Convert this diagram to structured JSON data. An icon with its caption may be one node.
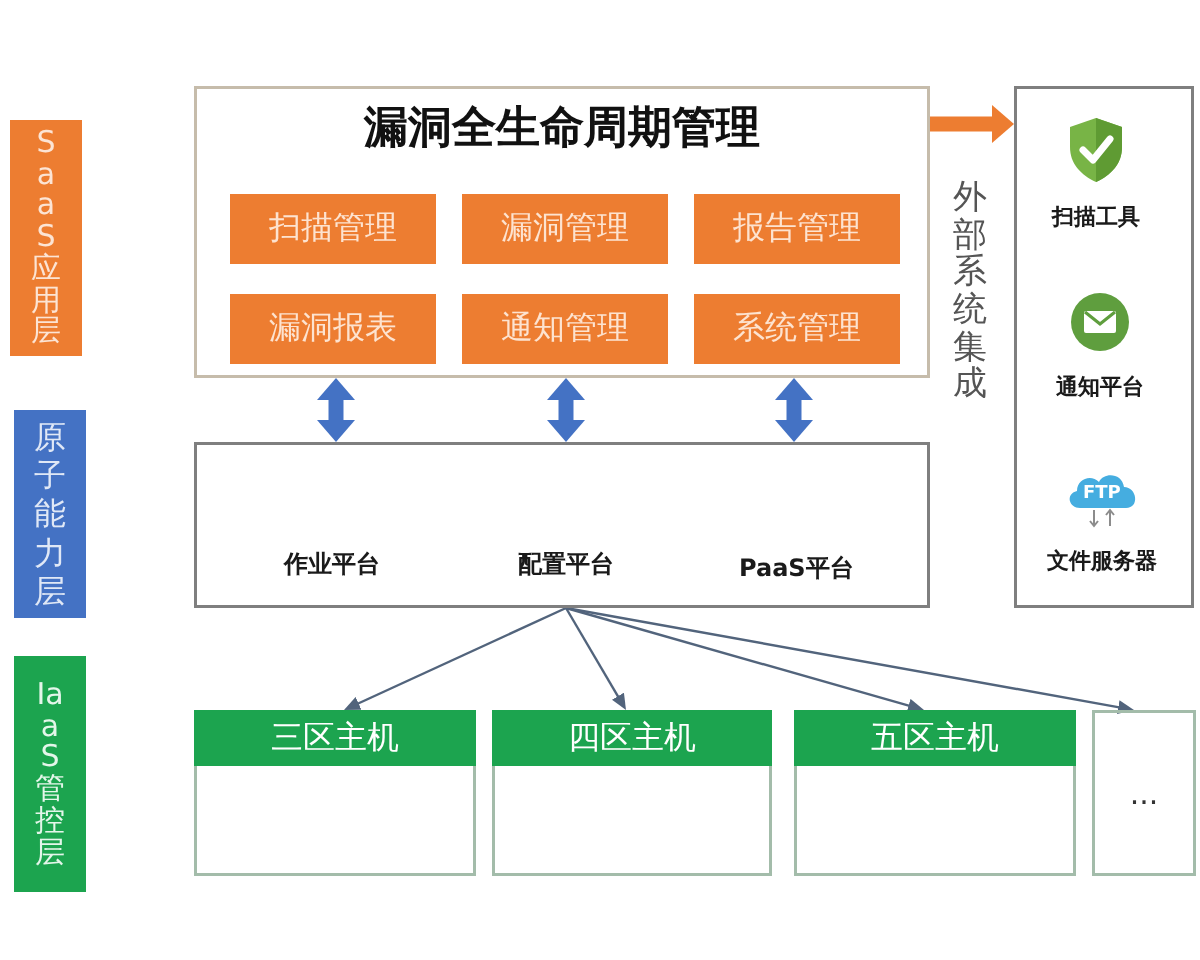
{
  "diagram": {
    "nodes": [
      {
        "text": [
          "SaaS应用层"
        ]
      },
      {
        "text": [
          "漏洞全生命周期管理"
        ]
      },
      {
        "text": [
          "扫描管理"
        ],
        "in": 1
      },
      {
        "text": [
          "漏洞管理"
        ],
        "in": 1
      },
      {
        "text": [
          "报告管理"
        ],
        "in": 1
      },
      {
        "text": [
          "漏洞报表"
        ],
        "in": 1
      },
      {
        "text": [
          "通知管理"
        ],
        "in": 1
      },
      {
        "text": [
          "系统管理"
        ],
        "in": 1
      },
      {
        "text": [],
        "shape": "box"
      },
      {
        "text": [
          "扫描工具"
        ],
        "in": 8
      },
      {
        "text": [
          "通知平台"
        ],
        "in": 8
      },
      {
        "text": [
          "FTP",
          "文件服务器"
        ],
        "in": 8
      },
      {
        "text": [
          "原子能力层"
        ]
      },
      {
        "text": [],
        "shape": "box"
      },
      {
        "text": [
          "作业平台"
        ],
        "in": 13
      },
      {
        "text": [
          "配置平台"
        ],
        "in": 13
      },
      {
        "text": [
          "PaaS平台"
        ],
        "in": 13
      },
      {
        "text": [
          "IaaS管控层"
        ]
      },
      {
        "text": [
          "三区主机"
        ]
      },
      {
        "text": [
          "四区主机"
        ]
      },
      {
        "text": [
          "五区主机"
        ]
      },
      {
        "text": [
          "..."
        ]
      }
    ],
    "edges": [
      {
        "from": 1,
        "to": 8,
        "arrow": "to",
        "label": "外部系统集成",
        "style": "thick",
        "color": "#ed7d31"
      },
      {
        "from": 1,
        "to": 13,
        "arrow": "both",
        "style": "thick",
        "color": "#4472c4"
      },
      {
        "from": 1,
        "to": 13,
        "arrow": "both",
        "style": "thick",
        "color": "#4472c4"
      },
      {
        "from": 1,
        "to": 13,
        "arrow": "both",
        "style": "thick",
        "color": "#4472c4"
      },
      {
        "from": 13,
        "to": 18,
        "arrow": "to"
      },
      {
        "from": 13,
        "to": 19,
        "arrow": "to"
      },
      {
        "from": 13,
        "to": 20,
        "arrow": "to"
      },
      {
        "from": 13,
        "to": 21,
        "arrow": "to"
      }
    ]
  }
}
